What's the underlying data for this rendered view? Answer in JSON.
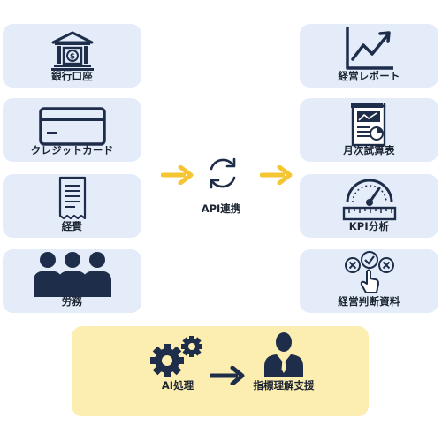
{
  "inputs": [
    {
      "label": "銀行口座",
      "icon": "bank-icon"
    },
    {
      "label": "クレジットカード",
      "icon": "credit-card-icon"
    },
    {
      "label": "経費",
      "icon": "receipt-icon"
    },
    {
      "label": "労務",
      "icon": "people-icon"
    }
  ],
  "outputs": [
    {
      "label": "経営レポート",
      "icon": "line-chart-icon"
    },
    {
      "label": "月次試算表",
      "icon": "report-document-icon"
    },
    {
      "label": "KPI分析",
      "icon": "gauge-icon"
    },
    {
      "label": "経営判断資料",
      "icon": "decision-touch-icon"
    }
  ],
  "center": {
    "label": "API連携",
    "icon": "sync-icon"
  },
  "ai": {
    "process_label": "AI処理",
    "support_label": "指標理解支援",
    "process_icon": "gears-icon",
    "support_icon": "businessperson-icon"
  },
  "colors": {
    "card_bg": "#e4ecfa",
    "panel_bg": "#fcedb0",
    "arrow": "#f5c533",
    "icon": "#1e2d4a"
  }
}
